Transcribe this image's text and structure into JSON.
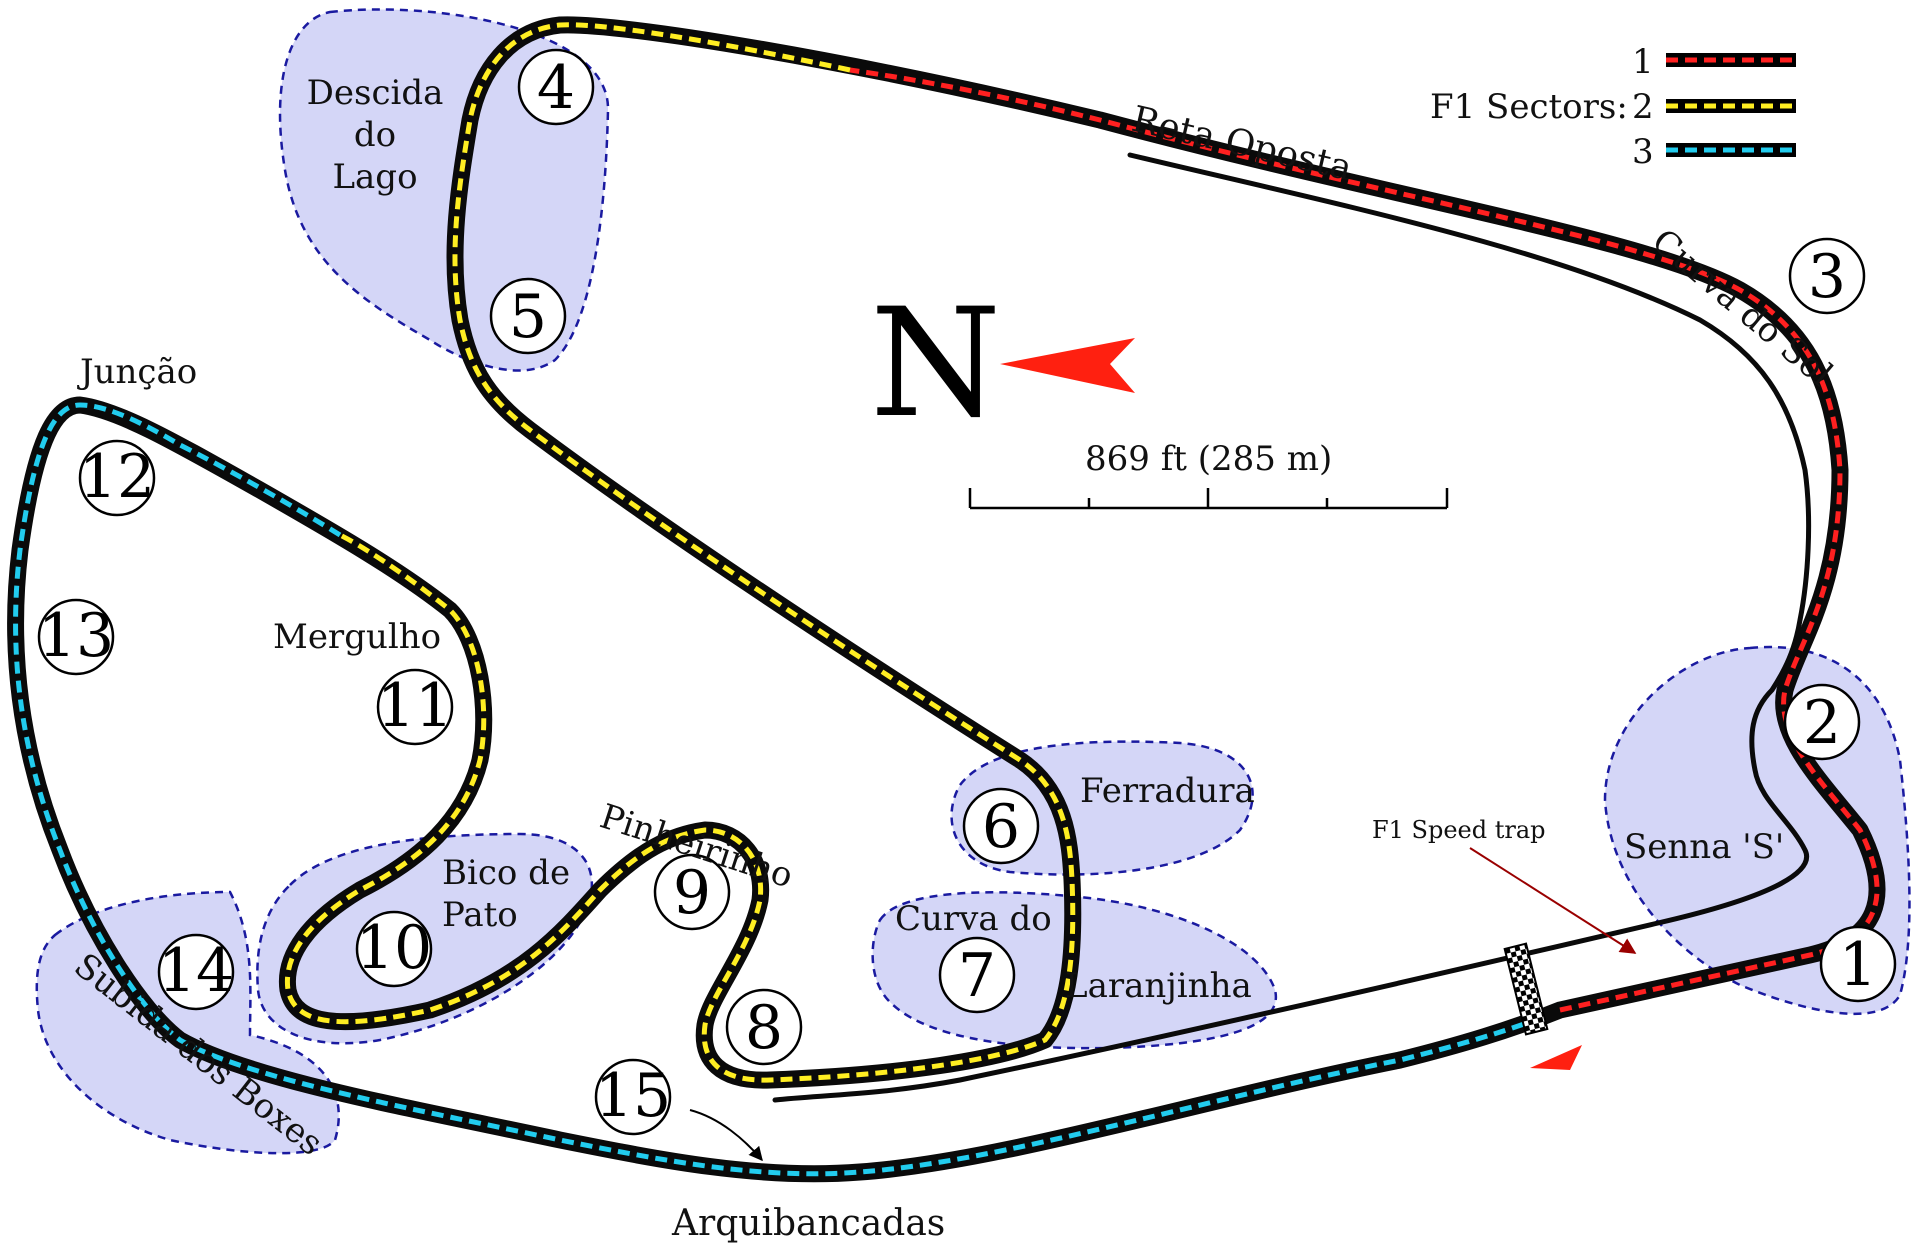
{
  "legend": {
    "title": "F1 Sectors:",
    "sectors": [
      {
        "label": "1",
        "color": "#ff2020"
      },
      {
        "label": "2",
        "color": "#ffee22"
      },
      {
        "label": "3",
        "color": "#22ccee"
      }
    ]
  },
  "compass": {
    "letter": "N",
    "arrow_color": "#ff2010"
  },
  "scale": {
    "label": "869 ft (285 m)"
  },
  "speed_trap": {
    "label": "F1 Speed trap",
    "color": "#b00000"
  },
  "corners": [
    "1",
    "2",
    "3",
    "4",
    "5",
    "6",
    "7",
    "8",
    "9",
    "10",
    "11",
    "12",
    "13",
    "14",
    "15"
  ],
  "labels": {
    "reta_oposta": "Reta Oposta",
    "curva_do_sol": "Curva do Sol",
    "descida_line1": "Descida",
    "descida_line2": "do",
    "descida_line3": "Lago",
    "juncao": "Junção",
    "mergulho": "Mergulho",
    "pinheirinho": "Pinheirinho",
    "ferradura": "Ferradura",
    "curva_line1": "Curva do",
    "laranjinha": "Laranjinha",
    "bico_line1": "Bico de",
    "bico_line2": "Pato",
    "senna_s": "Senna 'S'",
    "subida": "Subida dos Boxes",
    "arquibancadas": "Arquibancadas"
  },
  "colors": {
    "zone_fill": "#d4d6f7",
    "zone_stroke": "#1a1aa0",
    "track": "#0a0a0a"
  }
}
